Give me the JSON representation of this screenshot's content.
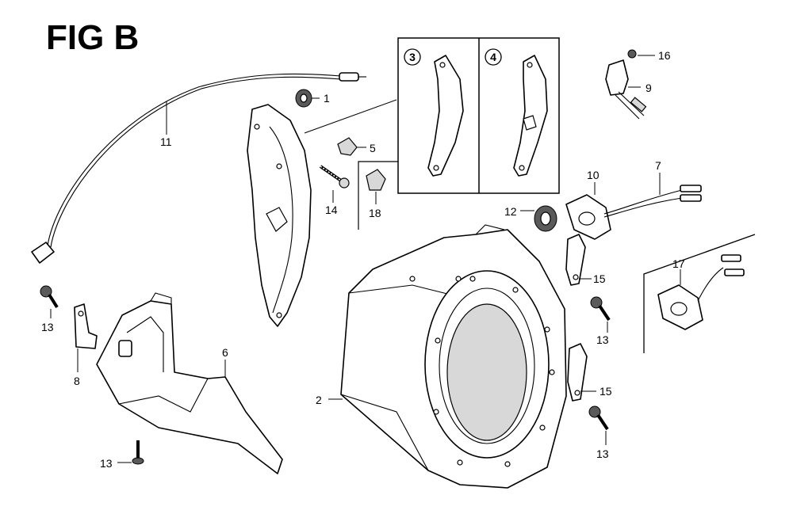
{
  "figure": {
    "title": "FIG B"
  },
  "inset_labels": [
    "3",
    "4"
  ],
  "callouts": {
    "c1": "1",
    "c2": "2",
    "c5": "5",
    "c6": "6",
    "c7": "7",
    "c8": "8",
    "c9": "9",
    "c10": "10",
    "c11": "11",
    "c12": "12",
    "c13a": "13",
    "c13b": "13",
    "c13c": "13",
    "c13d": "13",
    "c14": "14",
    "c15a": "15",
    "c15b": "15",
    "c16": "16",
    "c17": "17",
    "c18": "18"
  }
}
